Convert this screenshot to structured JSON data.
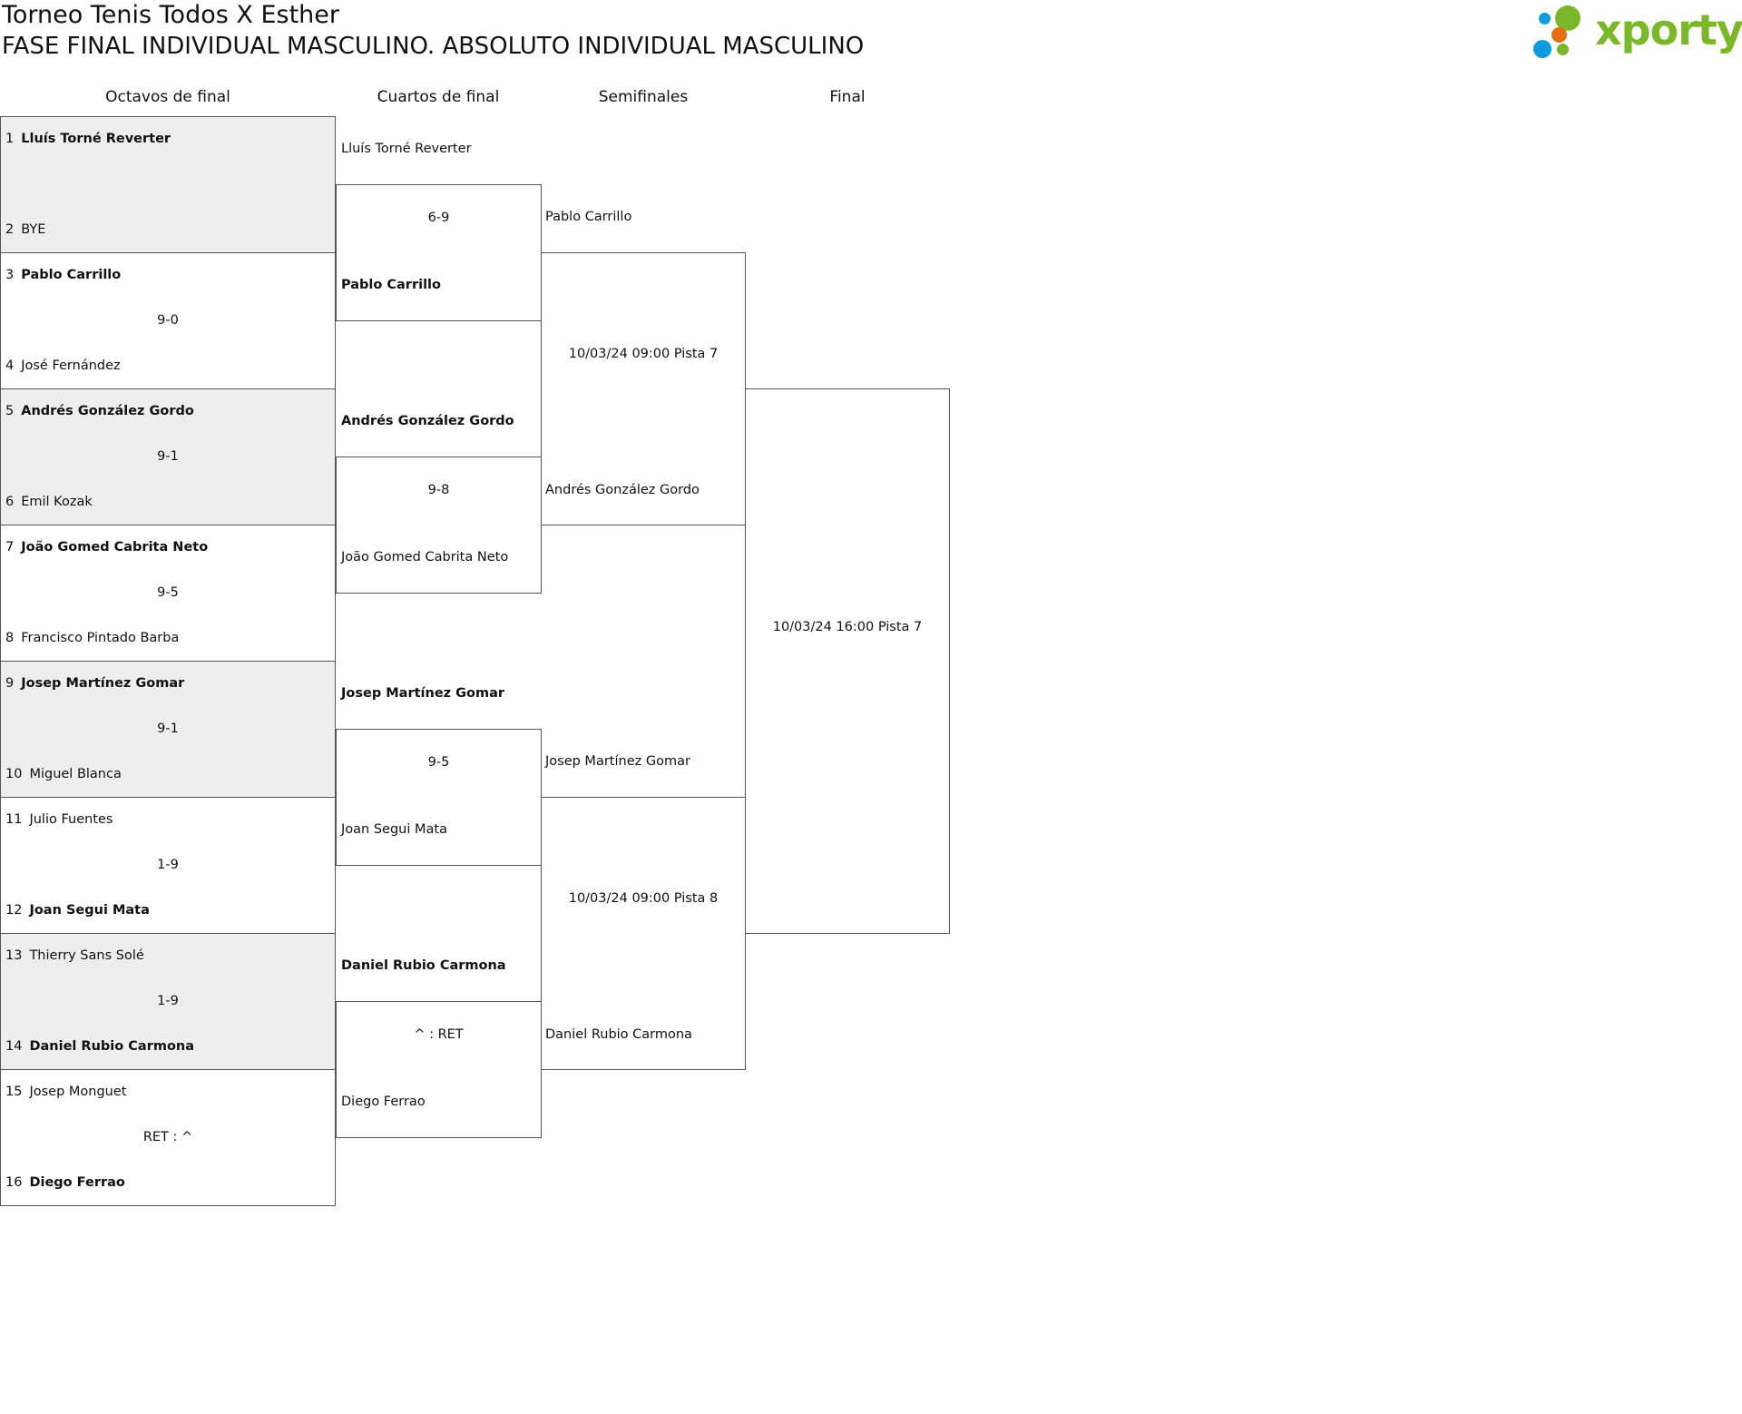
{
  "header": {
    "title": "Torneo Tenis Todos X Esther",
    "subtitle": "FASE FINAL INDIVIDUAL MASCULINO. ABSOLUTO INDIVIDUAL MASCULINO",
    "logo_text": "xporty"
  },
  "colors": {
    "logo_green": "#7ab829",
    "logo_blue": "#0d9be0",
    "logo_orange": "#e36f0e",
    "shaded_row": "#eeeeee"
  },
  "rounds": [
    "Octavos de final",
    "Cuartos de final",
    "Semifinales",
    "Final"
  ],
  "round_of_16": [
    {
      "seed1": "1",
      "p1": "Lluís Torné Reverter",
      "w1": true,
      "seed2": "2",
      "p2": "BYE",
      "w2": false,
      "score": ""
    },
    {
      "seed1": "3",
      "p1": "Pablo Carrillo",
      "w1": true,
      "seed2": "4",
      "p2": "José Fernández",
      "w2": false,
      "score": "9-0"
    },
    {
      "seed1": "5",
      "p1": "Andrés González Gordo",
      "w1": true,
      "seed2": "6",
      "p2": "Emil Kozak",
      "w2": false,
      "score": "9-1"
    },
    {
      "seed1": "7",
      "p1": "João Gomed Cabrita Neto",
      "w1": true,
      "seed2": "8",
      "p2": "Francisco Pintado Barba",
      "w2": false,
      "score": "9-5"
    },
    {
      "seed1": "9",
      "p1": "Josep Martínez Gomar",
      "w1": true,
      "seed2": "10",
      "p2": "Miguel Blanca",
      "w2": false,
      "score": "9-1"
    },
    {
      "seed1": "11",
      "p1": "Julio Fuentes",
      "w1": false,
      "seed2": "12",
      "p2": "Joan Segui Mata",
      "w2": true,
      "score": "1-9"
    },
    {
      "seed1": "13",
      "p1": "Thierry Sans Solé",
      "w1": false,
      "seed2": "14",
      "p2": "Daniel Rubio Carmona",
      "w2": true,
      "score": "1-9"
    },
    {
      "seed1": "15",
      "p1": "Josep Monguet",
      "w1": false,
      "seed2": "16",
      "p2": "Diego Ferrao",
      "w2": true,
      "score": "RET : ^"
    }
  ],
  "quarterfinals": [
    {
      "p1": "Lluís Torné Reverter",
      "w1": false,
      "p2": "Pablo Carrillo",
      "w2": true,
      "score": "6-9"
    },
    {
      "p1": "Andrés González Gordo",
      "w1": true,
      "p2": "João Gomed Cabrita Neto",
      "w2": false,
      "score": "9-8"
    },
    {
      "p1": "Josep Martínez Gomar",
      "w1": true,
      "p2": "Joan Segui Mata",
      "w2": false,
      "score": "9-5"
    },
    {
      "p1": "Daniel Rubio Carmona",
      "w1": true,
      "p2": "Diego Ferrao",
      "w2": false,
      "score": "^ : RET"
    }
  ],
  "semifinals": [
    {
      "p1": "Pablo Carrillo",
      "p2": "Andrés González Gordo",
      "schedule": "10/03/24 09:00 Pista 7"
    },
    {
      "p1": "Josep Martínez Gomar",
      "p2": "Daniel Rubio Carmona",
      "schedule": "10/03/24 09:00 Pista 8"
    }
  ],
  "final": {
    "schedule": "10/03/24 16:00 Pista 7"
  }
}
